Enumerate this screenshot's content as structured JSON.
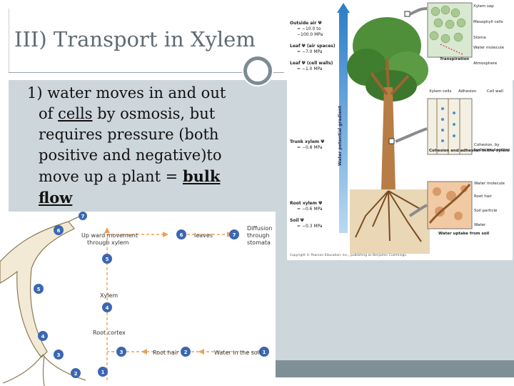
{
  "slide": {
    "title": "III) Transport in Xylem",
    "body": {
      "line1": "1) water moves in and out",
      "line2_pre": "of ",
      "line2_u": "cells",
      "line2_post": " by osmosis, but",
      "line3": "requires pressure (both",
      "line4": "positive and negative)to",
      "line5_pre": "move up a plant = ",
      "line5_b": "bulk",
      "line6_b": "flow"
    }
  },
  "tree_figure": {
    "gradient_label": "Water potential gradient",
    "outside_air": "Outside air Ψ",
    "outside_air_v1": "= −10.0 to",
    "outside_air_v2": "−100.0 MPa",
    "leaf_air": "Leaf Ψ (air spaces)",
    "leaf_air_v": "= −7.0 MPa",
    "leaf_cell": "Leaf Ψ (cell walls)",
    "leaf_cell_v": "= −1.0 MPa",
    "trunk": "Trunk xylem Ψ",
    "trunk_v": "= −0.8 MPa",
    "root": "Root xylem Ψ",
    "root_v": "= −0.6 MPa",
    "soil": "Soil Ψ",
    "soil_v": "= −0.3 MPa",
    "xylem_sap": "Xylem sap",
    "mesophyll": "Mesophyll cells",
    "stoma": "Stoma",
    "water_molecule": "Water molecule",
    "transpiration": "Transpiration",
    "atmosphere": "Atmosphere",
    "xylem_cells": "Xylem cells",
    "adhesion": "Adhesion",
    "cell_wall": "Cell wall",
    "cohesion_hydrogen": "Cohesion, by hydrogen bonding",
    "cohesion_adhesion": "Cohesion and adhesion in the xylem",
    "water_molecule_2": "Water molecule",
    "root_hair": "Root hair",
    "soil_particle": "Soil particle",
    "water": "Water",
    "water_uptake": "Water uptake from soil",
    "copyright": "Copyright © Pearson Education, Inc., publishing as Benjamin Cummings."
  },
  "flow_figure": {
    "n1": "1",
    "n2": "2",
    "n3": "3",
    "n4": "4",
    "n5": "5",
    "n6": "6",
    "n7": "7",
    "water_in_soil": "Water in the soil",
    "root_hair": "Root hair",
    "root_cortex": "Root cortex",
    "xylem": "Xylem",
    "upward": "Up ward movement",
    "through_xylem": "through xylem",
    "leaves": "leaves",
    "diffusion": "Diffusion",
    "through": "through",
    "stomata": "stomata"
  },
  "colors": {
    "panel": "#cdd6db",
    "footer": "#7e9096",
    "title": "#5f6b73",
    "flow_orange": "#e8a15a",
    "flow_blue": "#3b67b1",
    "leaf_green": "#4f8f3a"
  }
}
